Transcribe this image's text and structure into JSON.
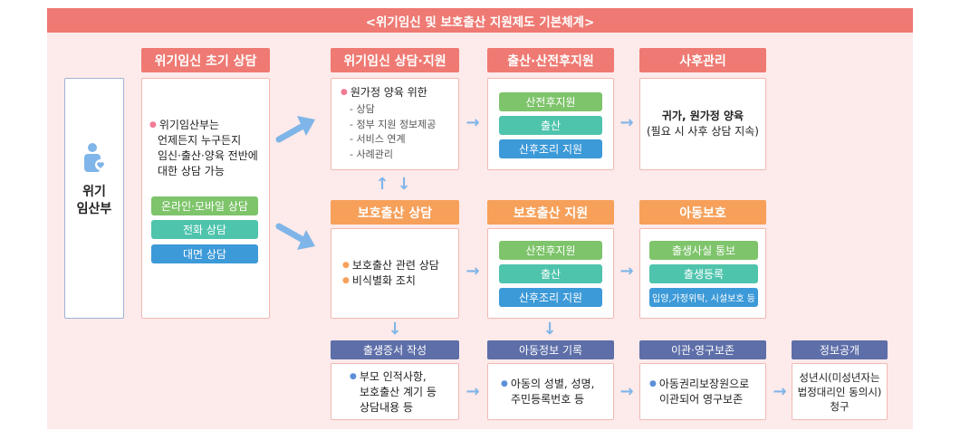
{
  "title": "<위기임신 및 보호출산 지원제도 기본체계>",
  "person": {
    "label_line1": "위기",
    "label_line2": "임산부"
  },
  "initial": {
    "header": "위기임신 초기 상담",
    "desc_lines": [
      "위기임산부는",
      "언제든지 누구든지",
      "임신·출산·양육 전반에",
      "대한 상담 가능"
    ],
    "buttons": [
      "온라인·모바일 상담",
      "전화 상담",
      "대면 상담"
    ]
  },
  "crisis": {
    "header": "위기임신 상담·지원",
    "main": "원가정 양육 위한",
    "items": [
      "- 상담",
      "- 정부 지원 정보제공",
      "- 서비스 연계",
      "- 사례관리"
    ]
  },
  "birth": {
    "header": "출산·산전후지원",
    "pills": [
      "산전후지원",
      "출산",
      "산후조리 지원"
    ]
  },
  "after": {
    "header": "사후관리",
    "line1": "귀가, 원가정 양육",
    "line2": "(필요 시 사후 상담 지속)"
  },
  "protected": {
    "header": "보호출산 상담",
    "items": [
      "보호출산 관련 상담",
      "비식별화 조치"
    ]
  },
  "protected_support": {
    "header": "보호출산 지원",
    "pills": [
      "산전후지원",
      "출산",
      "산후조리 지원"
    ]
  },
  "child": {
    "header": "아동보호",
    "pills": [
      "출생사실 통보",
      "출생등록",
      "입양,가정위탁, 시설보호 등"
    ]
  },
  "bottom": [
    {
      "header": "출생증서 작성",
      "lines": [
        "부모 인적사항,",
        "보호출산 계기 등",
        "상담내용 등"
      ]
    },
    {
      "header": "아동정보 기록",
      "lines": [
        "아동의 성별, 성명,",
        "주민등록번호 등"
      ]
    },
    {
      "header": "이관·영구보존",
      "lines": [
        "아동권리보장원으로",
        "이관되어 영구보존"
      ]
    },
    {
      "header": "정보공개",
      "lines": [
        "성년시(미성년자는",
        "법정대리인 동의시)",
        "청구"
      ]
    }
  ],
  "colors": {
    "red": "#ee7a73",
    "orange": "#f6a05a",
    "navy": "#5d6ea8",
    "green": "#7ec46b",
    "teal": "#4fc4ad",
    "blue": "#3d9ad8",
    "panel": "#fdeaea"
  },
  "icons": [
    "person-heart-icon",
    "arrow-right-icon",
    "arrow-down-icon",
    "arrow-updown-icon"
  ]
}
